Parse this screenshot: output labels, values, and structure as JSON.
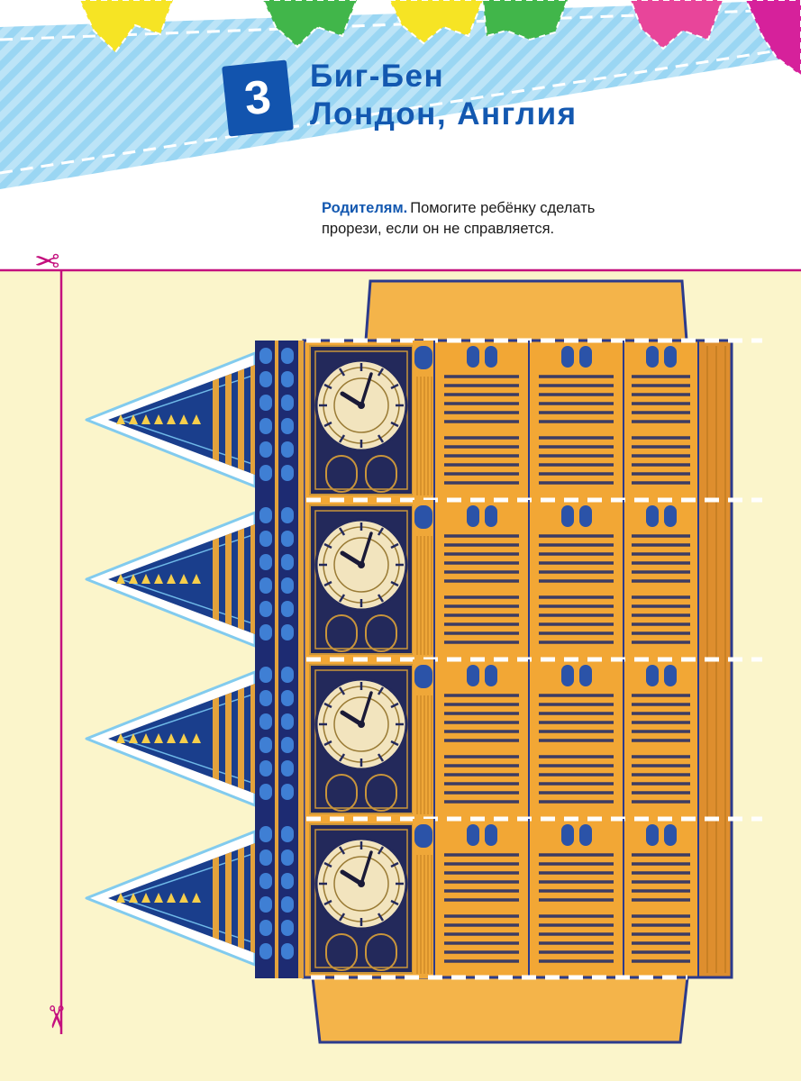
{
  "header": {
    "page_number": "3",
    "title_line1": "Биг-Бен",
    "title_line2": "Лондон, Англия"
  },
  "parents_note": {
    "lead": "Родителям.",
    "body": "Помогите ребёнку сделать прорези, если он не справляется."
  },
  "icons": {
    "scissors": "✂"
  },
  "colors": {
    "accent_blue": "#1358B0",
    "badge_blue": "#1254AE",
    "banner_blue": "#BCE4F7",
    "pennant_yellow": "#F6E424",
    "pennant_green": "#41B64A",
    "pennant_pink": "#E8459A",
    "paper_yellow": "#FBF5CB",
    "wall_orange": "#F2A735",
    "tab_orange": "#F4B44A",
    "edge_orange": "#DE8E2E",
    "outline_navy": "#2B3A8C",
    "spire_navy": "#1A3E8C",
    "spire_outline": "#82CBEE",
    "clock_face": "#F2E4BE",
    "cut_pink": "#C4107E"
  }
}
